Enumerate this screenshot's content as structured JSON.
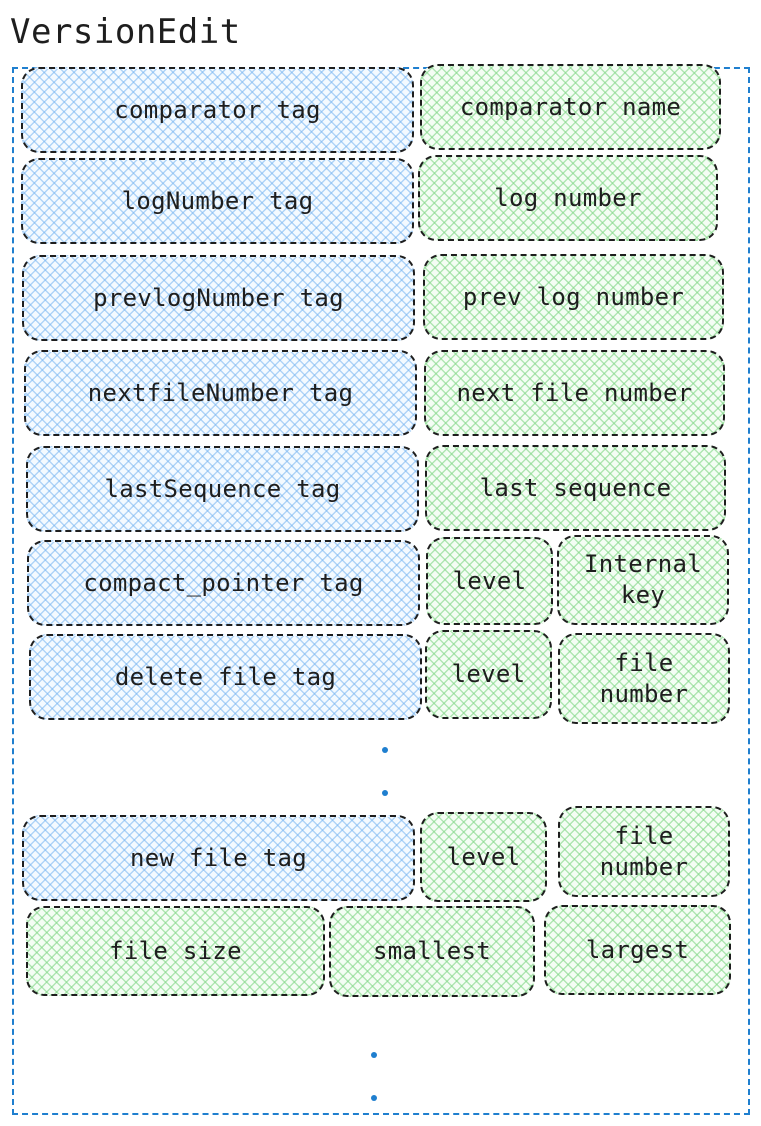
{
  "title": "VersionEdit",
  "rows": [
    {
      "tag": "comparator tag",
      "fields": [
        "comparator name"
      ]
    },
    {
      "tag": "logNumber tag",
      "fields": [
        "log number"
      ]
    },
    {
      "tag": "prevlogNumber tag",
      "fields": [
        "prev log number"
      ]
    },
    {
      "tag": "nextfileNumber tag",
      "fields": [
        "next file number"
      ]
    },
    {
      "tag": "lastSequence tag",
      "fields": [
        "last sequence"
      ]
    },
    {
      "tag": "compact_pointer tag",
      "fields": [
        "level",
        "Internal\nkey"
      ]
    },
    {
      "tag": "delete file tag",
      "fields": [
        "level",
        "file\nnumber"
      ]
    },
    {
      "tag": "new file tag",
      "fields": [
        "level",
        "file\nnumber"
      ]
    }
  ],
  "new_file_extra": [
    "file size",
    "smallest",
    "largest"
  ],
  "colors": {
    "tag_fill": "#a5d8ff",
    "field_fill": "#b2f2bb",
    "frame": "#1f7fcf",
    "stroke": "#1e1e1e"
  }
}
